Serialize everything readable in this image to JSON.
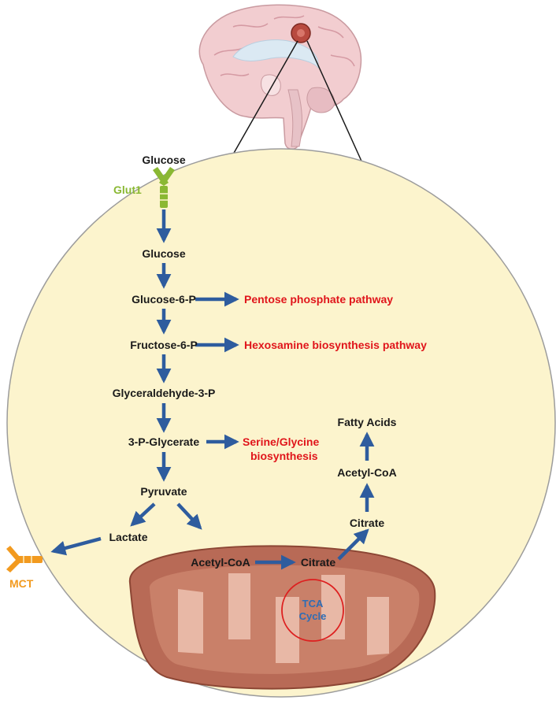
{
  "labels": {
    "glucose_ext": "Glucose",
    "glut1": "Glut1",
    "glucose_int": "Glucose",
    "g6p": "Glucose-6-P",
    "f6p": "Fructose-6-P",
    "g3p": "Glyceraldehyde-3-P",
    "pg3": "3-P-Glycerate",
    "pyruvate": "Pyruvate",
    "lactate": "Lactate",
    "mct": "MCT",
    "acetylcoa_mito": "Acetyl-CoA",
    "citrate_mito": "Citrate",
    "tca_line1": "TCA",
    "tca_line2": "Cycle",
    "citrate_cyto": "Citrate",
    "acetylcoa_cyto": "Acetyl-CoA",
    "fatty_acids": "Fatty Acids"
  },
  "pathways": {
    "ppp": "Pentose phosphate pathway",
    "hbp": "Hexosamine biosynthesis pathway",
    "serine_line1": "Serine/Glycine",
    "serine_line2": "biosynthesis"
  },
  "colors": {
    "cell_fill": "#fcf4cd",
    "cell_stroke": "#9c9c9c",
    "arrow": "#2e5c9e",
    "pathway_text": "#e0151b",
    "tca_text": "#2f6db5",
    "glut1": "#8ab833",
    "mct": "#f29a1f",
    "mito_outer": "#b86a56",
    "mito_inner": "#e8b8a6",
    "tca_circle": "#dd1f1f"
  },
  "icons": {
    "brain": "brain-icon",
    "glut1": "glut1-transporter-icon",
    "mct": "mct-transporter-icon",
    "mitochondrion": "mitochondrion-icon"
  }
}
